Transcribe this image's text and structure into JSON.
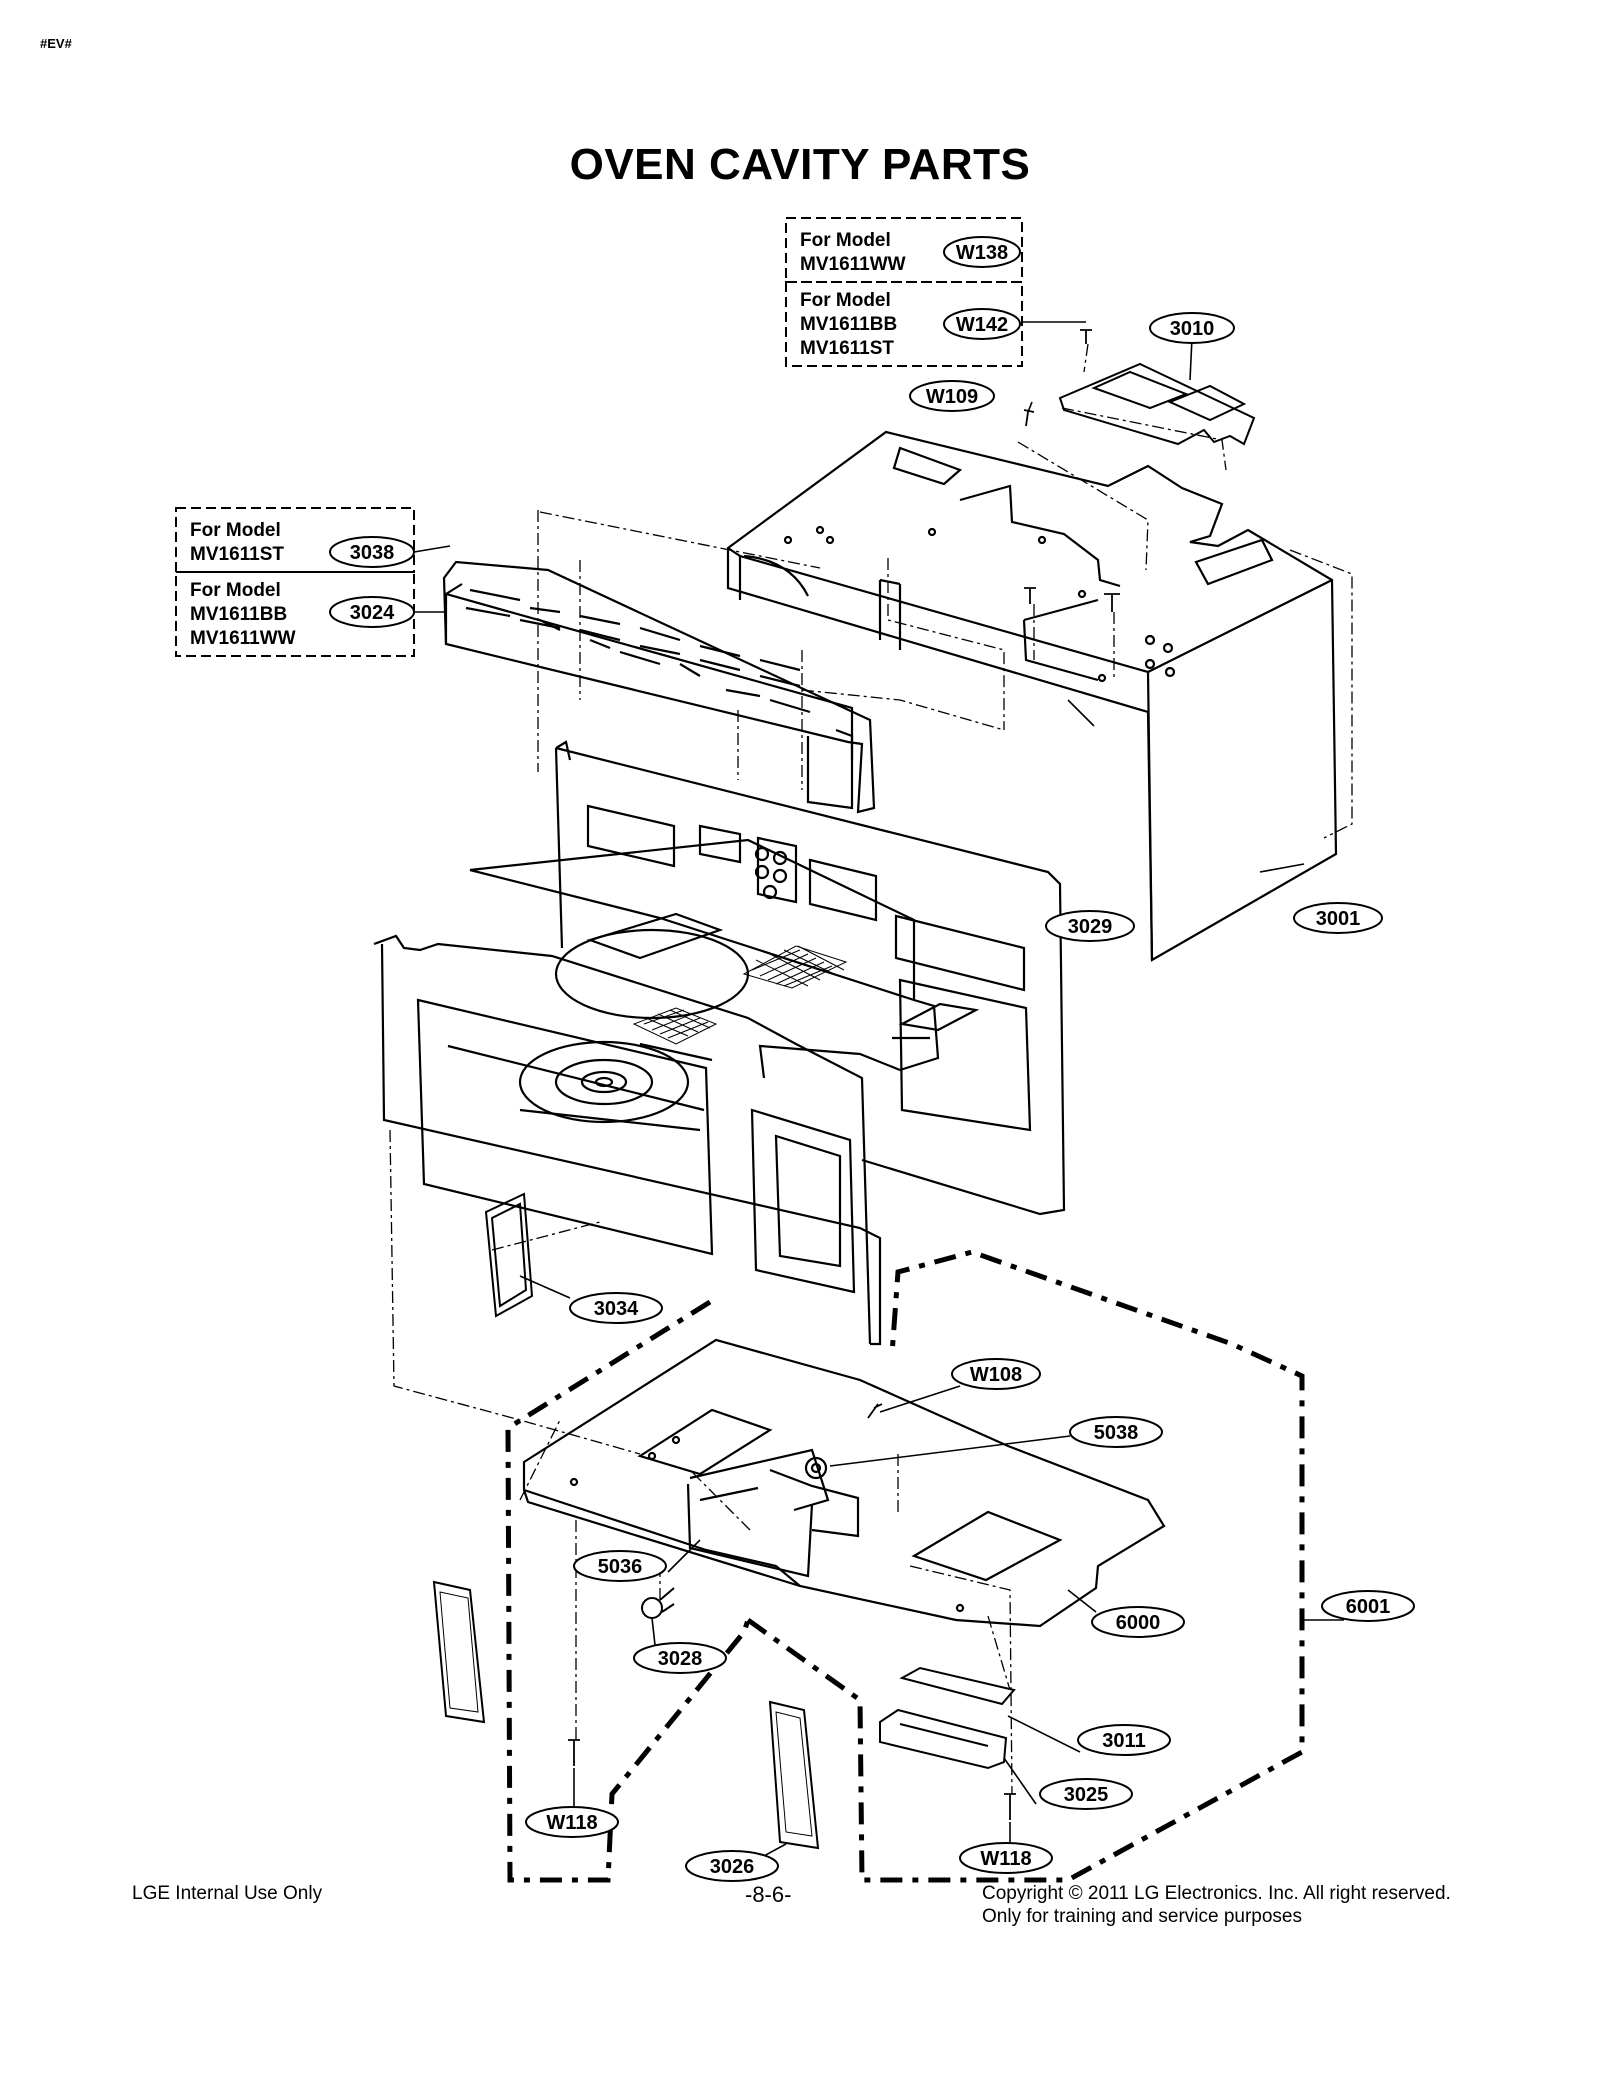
{
  "doc_tag": "#EV#",
  "title": "OVEN CAVITY PARTS",
  "model_boxes": {
    "top": [
      {
        "lines": [
          "For Model",
          "MV1611WW"
        ],
        "part": "W138"
      },
      {
        "lines": [
          "For Model",
          "MV1611BB",
          "MV1611ST"
        ],
        "part": "W142"
      }
    ],
    "left": [
      {
        "lines": [
          "For Model",
          "MV1611ST"
        ],
        "part": "3038"
      },
      {
        "lines": [
          "For Model",
          "MV1611BB",
          "MV1611WW"
        ],
        "part": "3024"
      }
    ]
  },
  "callouts": [
    "W109",
    "3010",
    "3029",
    "3001",
    "3034",
    "W108",
    "5038",
    "5036",
    "6000",
    "6001",
    "3028",
    "3011",
    "3025",
    "W118",
    "3026",
    "W118"
  ],
  "footer": {
    "left": "LGE Internal Use Only",
    "center": "-8-6-",
    "right_line1": "Copyright © 2011 LG Electronics. Inc. All right reserved.",
    "right_line2": "Only for training and service purposes"
  }
}
